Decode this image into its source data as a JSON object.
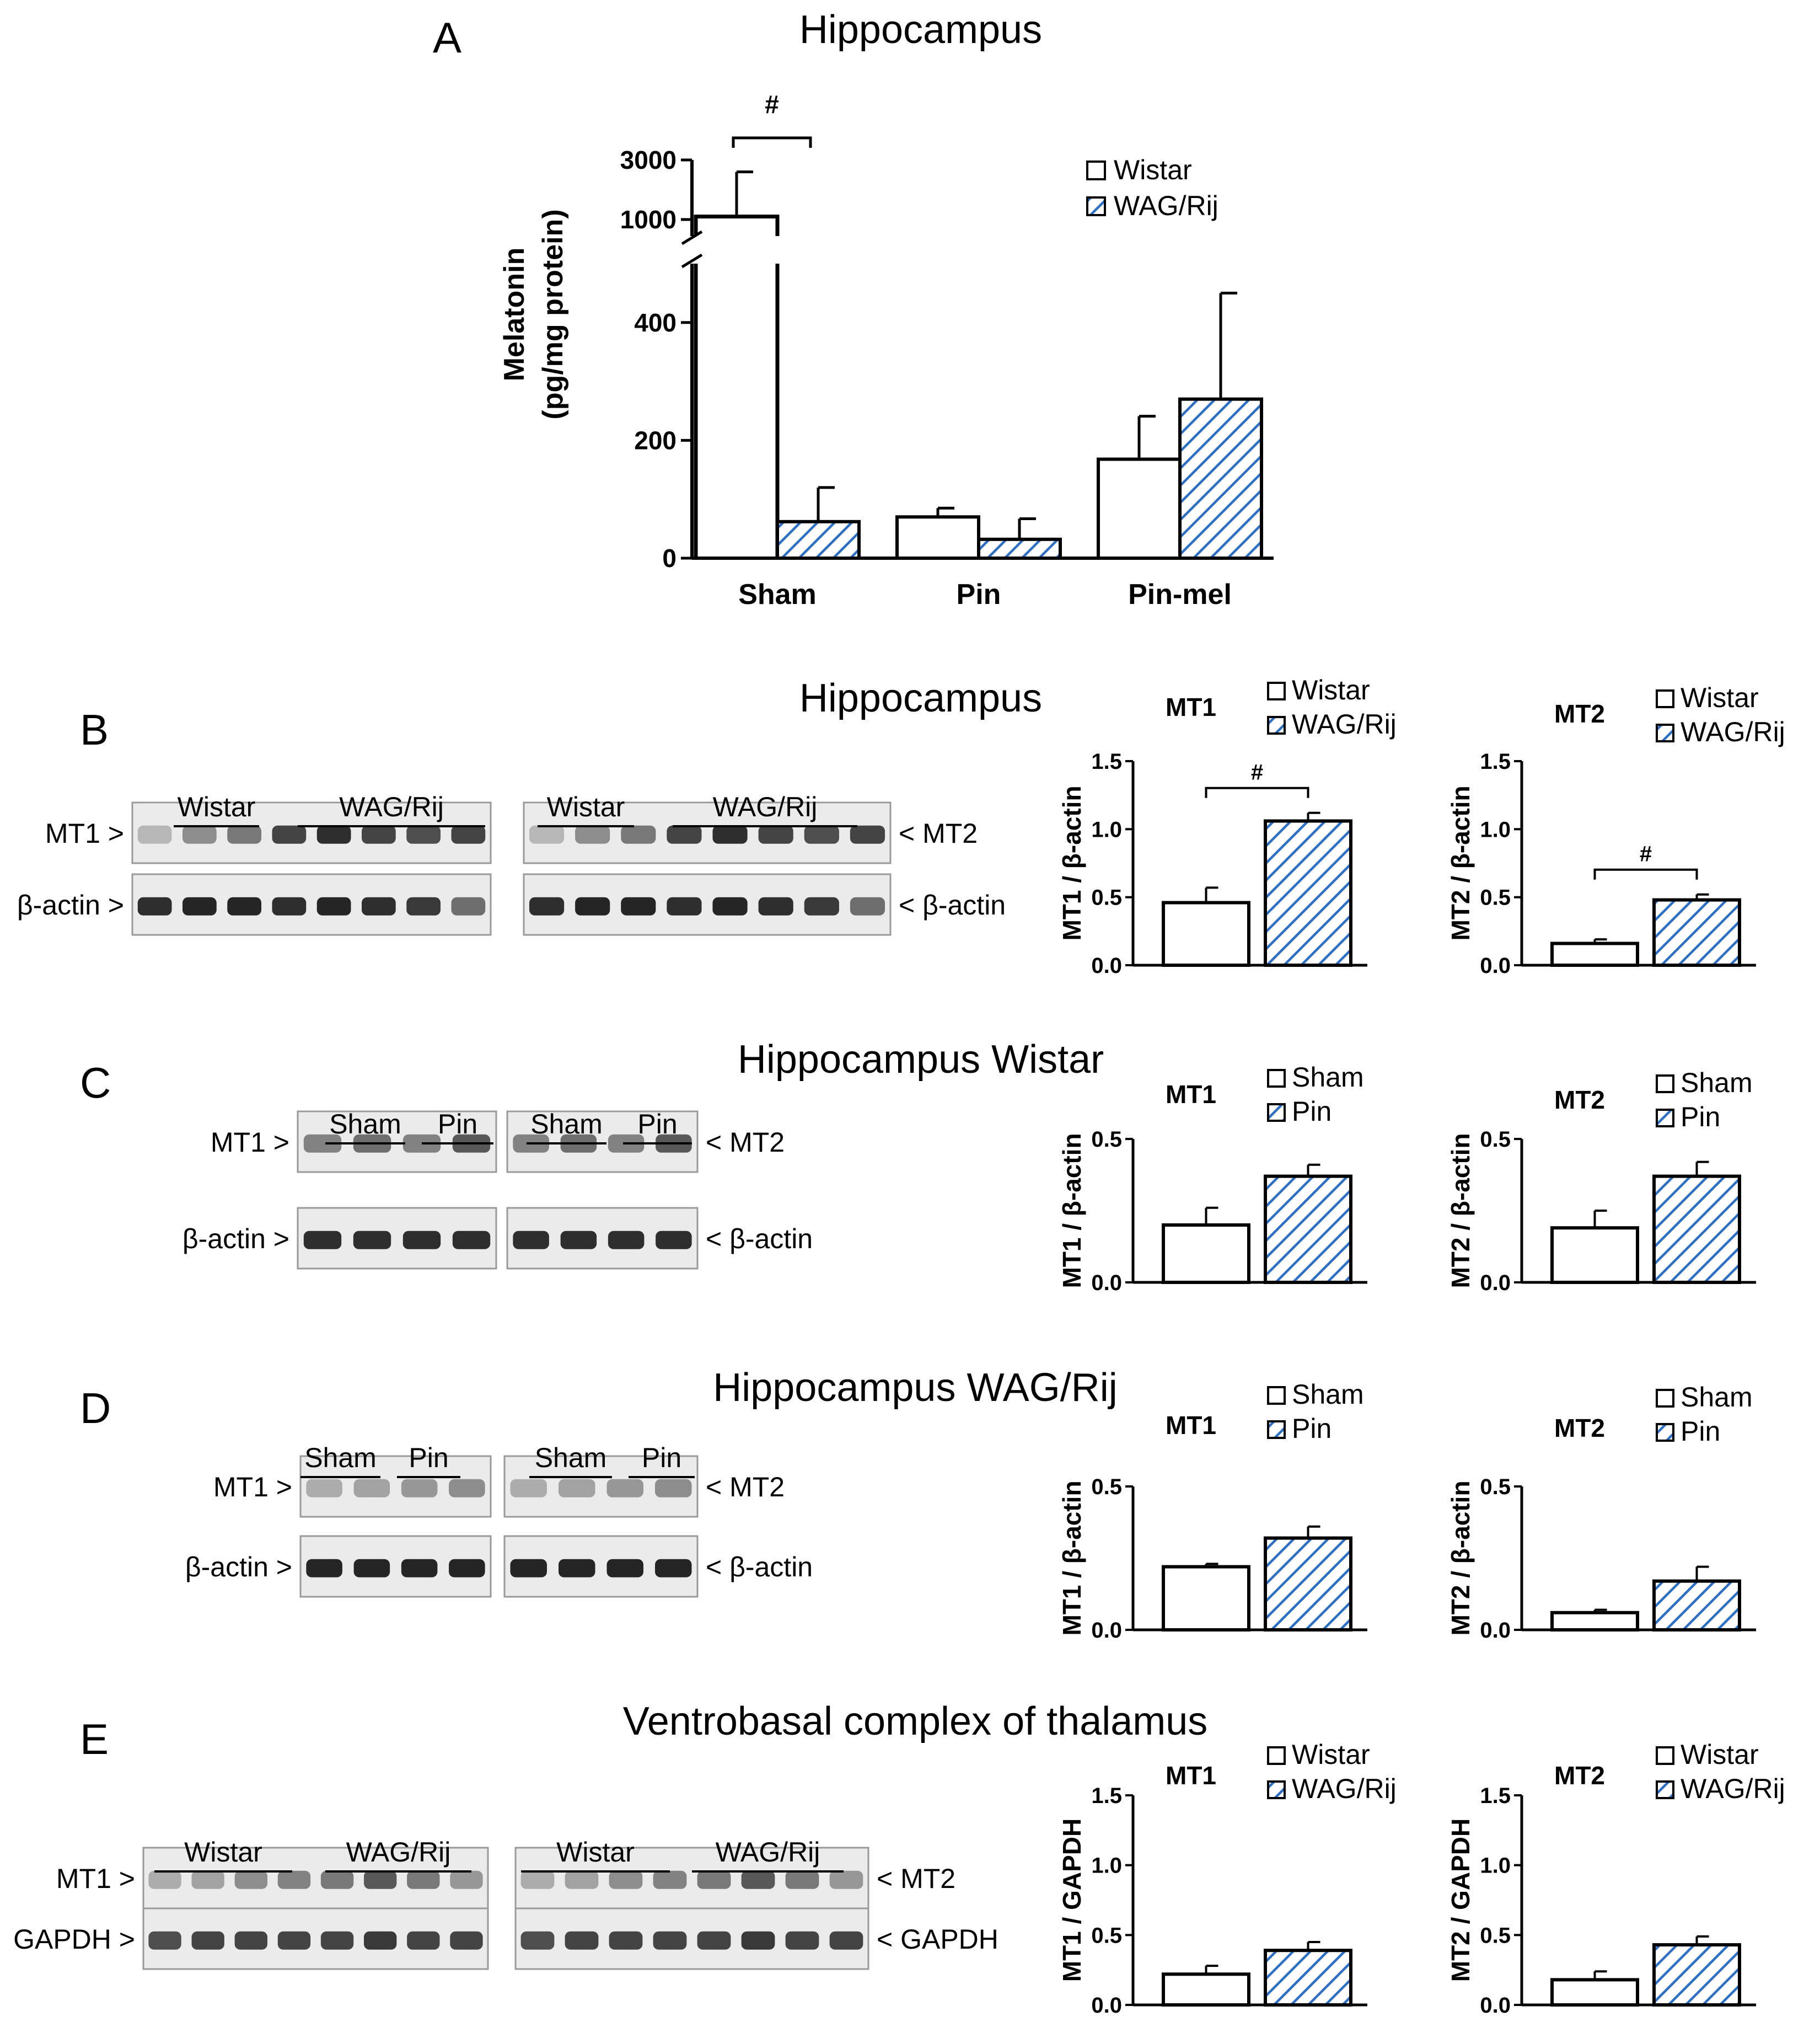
{
  "figure": {
    "panel_letters": [
      "A",
      "B",
      "C",
      "D",
      "E"
    ],
    "section_titles": {
      "A": "Hippocampus",
      "B": "Hippocampus",
      "C": "Hippocampus Wistar",
      "D": "Hippocampus WAG/Rij",
      "E": "Ventrobasal complex of thalamus"
    },
    "significance_marker": "#"
  },
  "blots": {
    "B": {
      "left": {
        "groups": [
          "Wistar",
          "WAG/Rij"
        ],
        "rows": [
          "MT1 >",
          "β-actin >"
        ]
      },
      "right": {
        "groups": [
          "Wistar",
          "WAG/Rij"
        ],
        "rows": [
          "< MT2",
          "< β-actin"
        ]
      }
    },
    "C": {
      "left": {
        "groups": [
          "Sham",
          "Pin"
        ],
        "rows": [
          "MT1 >",
          "β-actin >"
        ]
      },
      "right": {
        "groups": [
          "Sham",
          "Pin"
        ],
        "rows": [
          "< MT2",
          "< β-actin"
        ]
      }
    },
    "D": {
      "left": {
        "groups": [
          "Sham",
          "Pin"
        ],
        "rows": [
          "MT1 >",
          "β-actin >"
        ]
      },
      "right": {
        "groups": [
          "Sham",
          "Pin"
        ],
        "rows": [
          "< MT2",
          "< β-actin"
        ]
      }
    },
    "E": {
      "left": {
        "groups": [
          "Wistar",
          "WAG/Rij"
        ],
        "rows": [
          "MT1 >",
          "GAPDH >"
        ]
      },
      "right": {
        "groups": [
          "Wistar",
          "WAG/Rij"
        ],
        "rows": [
          "< MT2",
          "< GAPDH"
        ]
      }
    }
  },
  "chart_data": [
    {
      "id": "A",
      "type": "bar",
      "title": "Hippocampus",
      "xlabel": "",
      "ylabel": [
        "Melatonin",
        "(pg/mg protein)"
      ],
      "categories": [
        "Sham",
        "Pin",
        "Pin-mel"
      ],
      "series": [
        {
          "name": "Wistar",
          "values": [
            1100,
            70,
            168
          ],
          "errors": [
            1500,
            15,
            73
          ],
          "pattern": "open"
        },
        {
          "name": "WAG/Rij",
          "values": [
            62,
            32,
            270
          ],
          "errors": [
            58,
            35,
            180
          ],
          "pattern": "hatched"
        }
      ],
      "y_ticks": [
        0,
        200,
        400,
        1000,
        3000
      ],
      "axis_break": {
        "from": 500,
        "to": 1000
      },
      "ylim": [
        0,
        3000
      ],
      "significance": [
        {
          "pair": [
            "Sham:Wistar",
            "Sham:WAG/Rij"
          ],
          "marker": "#"
        }
      ],
      "legend": "top-right"
    },
    {
      "id": "B-MT1",
      "type": "bar",
      "title": "MT1",
      "ylabel": "MT1 / β-actin",
      "categories": [
        "Wistar",
        "WAG/Rij"
      ],
      "values": [
        0.46,
        1.06
      ],
      "errors": [
        0.11,
        0.06
      ],
      "ylim": [
        0,
        1.5
      ],
      "y_ticks": [
        "0.0",
        "0.5",
        "1.0",
        "1.5"
      ],
      "legend": [
        "Wistar",
        "WAG/Rij"
      ],
      "significance": "#"
    },
    {
      "id": "B-MT2",
      "type": "bar",
      "title": "MT2",
      "ylabel": "MT2 / β-actin",
      "categories": [
        "Wistar",
        "WAG/Rij"
      ],
      "values": [
        0.16,
        0.48
      ],
      "errors": [
        0.03,
        0.04
      ],
      "ylim": [
        0,
        1.5
      ],
      "y_ticks": [
        "0.0",
        "0.5",
        "1.0",
        "1.5"
      ],
      "legend": [
        "Wistar",
        "WAG/Rij"
      ],
      "significance": "#"
    },
    {
      "id": "C-MT1",
      "type": "bar",
      "title": "MT1",
      "ylabel": "MT1 / β-actin",
      "categories": [
        "Sham",
        "Pin"
      ],
      "values": [
        0.2,
        0.37
      ],
      "errors": [
        0.06,
        0.04
      ],
      "ylim": [
        0,
        0.5
      ],
      "y_ticks": [
        "0.0",
        "0.5"
      ],
      "legend": [
        "Sham",
        "Pin"
      ]
    },
    {
      "id": "C-MT2",
      "type": "bar",
      "title": "MT2",
      "ylabel": "MT2 / β-actin",
      "categories": [
        "Sham",
        "Pin"
      ],
      "values": [
        0.19,
        0.37
      ],
      "errors": [
        0.06,
        0.05
      ],
      "ylim": [
        0,
        0.5
      ],
      "y_ticks": [
        "0.0",
        "0.5"
      ],
      "legend": [
        "Sham",
        "Pin"
      ]
    },
    {
      "id": "D-MT1",
      "type": "bar",
      "title": "MT1",
      "ylabel": "MT1 / β-actin",
      "categories": [
        "Sham",
        "Pin"
      ],
      "values": [
        0.22,
        0.32
      ],
      "errors": [
        0.01,
        0.04
      ],
      "ylim": [
        0,
        0.5
      ],
      "y_ticks": [
        "0.0",
        "0.5"
      ],
      "legend": [
        "Sham",
        "Pin"
      ]
    },
    {
      "id": "D-MT2",
      "type": "bar",
      "title": "MT2",
      "ylabel": "MT2 / β-actin",
      "categories": [
        "Sham",
        "Pin"
      ],
      "values": [
        0.06,
        0.17
      ],
      "errors": [
        0.01,
        0.05
      ],
      "ylim": [
        0,
        0.5
      ],
      "y_ticks": [
        "0.0",
        "0.5"
      ],
      "legend": [
        "Sham",
        "Pin"
      ]
    },
    {
      "id": "E-MT1",
      "type": "bar",
      "title": "MT1",
      "ylabel": "MT1 / GAPDH",
      "categories": [
        "Wistar",
        "WAG/Rij"
      ],
      "values": [
        0.22,
        0.39
      ],
      "errors": [
        0.06,
        0.06
      ],
      "ylim": [
        0,
        1.5
      ],
      "y_ticks": [
        "0.0",
        "0.5",
        "1.0",
        "1.5"
      ],
      "legend": [
        "Wistar",
        "WAG/Rij"
      ]
    },
    {
      "id": "E-MT2",
      "type": "bar",
      "title": "MT2",
      "ylabel": "MT2 / GAPDH",
      "categories": [
        "Wistar",
        "WAG/Rij"
      ],
      "values": [
        0.18,
        0.43
      ],
      "errors": [
        0.06,
        0.06
      ],
      "ylim": [
        0,
        1.5
      ],
      "y_ticks": [
        "0.0",
        "0.5",
        "1.0",
        "1.5"
      ],
      "legend": [
        "Wistar",
        "WAG/Rij"
      ]
    }
  ],
  "colors": {
    "hatch": "#2f6fc2",
    "axis": "#000000",
    "bar_fill": "#ffffff"
  }
}
